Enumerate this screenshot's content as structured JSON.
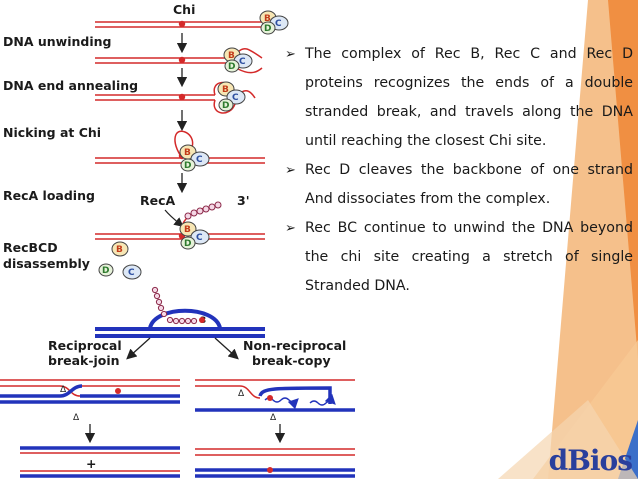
{
  "diagram": {
    "labels": {
      "chi": "Chi",
      "unwinding": "DNA unwinding",
      "annealing": "DNA end annealing",
      "nicking": "Nicking at Chi",
      "reca_loading": "RecA loading",
      "recbcd_1": "RecBCD",
      "recbcd_2": "disassembly",
      "reca": "RecA",
      "three_prime": "3'",
      "three_prime_small": "3",
      "recip_1": "Reciprocal",
      "recip_2": "break-join",
      "nonrecip_1": "Non-reciprocal",
      "nonrecip_2": "break-copy",
      "plus": "+",
      "sub_b": "B",
      "sub_c": "C",
      "sub_d": "D"
    }
  },
  "bullets": [
    {
      "arrow": "➢",
      "text": "The complex of Rec B, Rec C and Rec D proteins recognizes the ends of a double stranded break, and travels along the DNA until reaching the closest Chi site."
    },
    {
      "arrow": "➢",
      "text": "Rec D cleaves the backbone of one strand And dissociates from the complex."
    },
    {
      "arrow": "➢",
      "text": "Rec BC continue to unwind the DNA beyond the chi site creating a stretch of single Stranded DNA."
    }
  ],
  "logo": "dBios",
  "colors": {
    "strand_red": "#d42a2a",
    "strand_blue": "#2233bb",
    "deco_orange": "#f0a45c",
    "deco_blue": "#3b6fc9"
  }
}
